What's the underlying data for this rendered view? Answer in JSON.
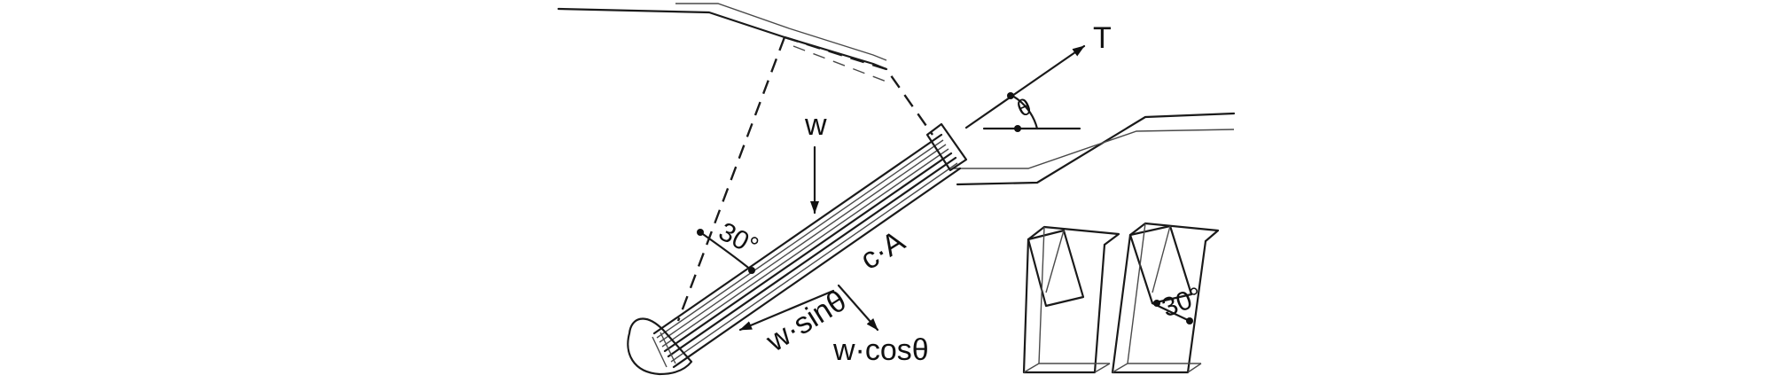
{
  "labels": {
    "tension": "T",
    "theta": "θ",
    "weight": "w",
    "angle_left": "30°",
    "cohesion": "c·A",
    "w_sin": "w·sinθ",
    "w_cos": "w·cosθ",
    "angle_right": "30°"
  },
  "colors": {
    "line": "#1a1a1a",
    "background": "#ffffff"
  }
}
